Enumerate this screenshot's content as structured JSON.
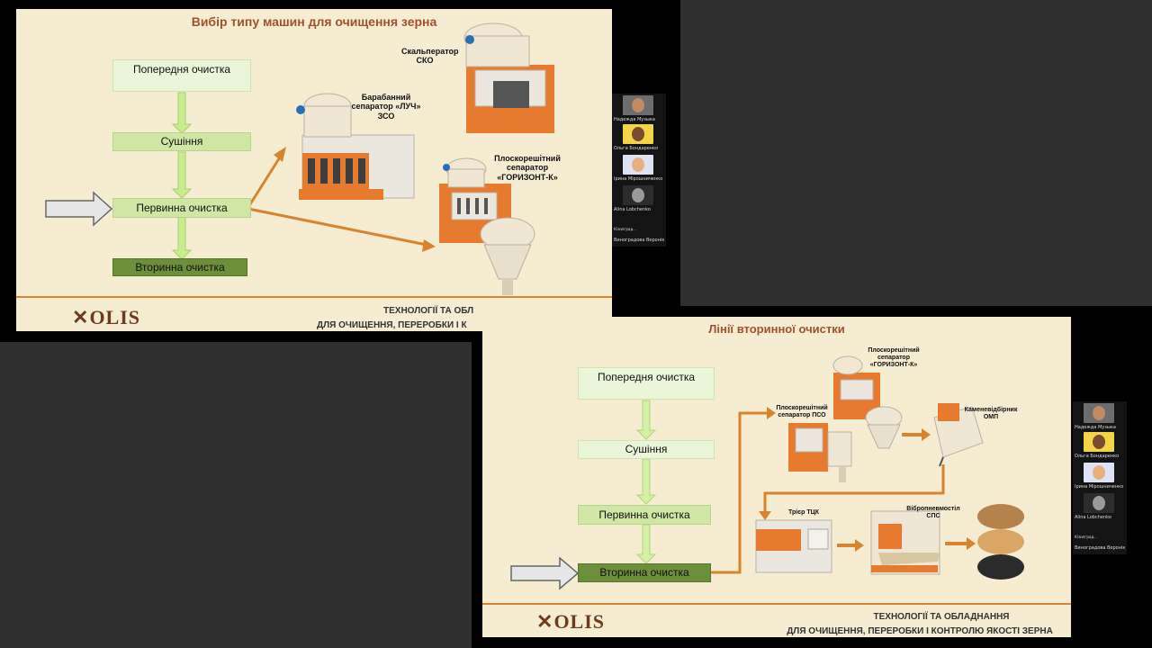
{
  "slide1": {
    "title": "Вибір типу машин для очищення зерна",
    "flow": [
      "Попередня очистка",
      "Сушіння",
      "Первинна очистка",
      "Вторинна очистка"
    ],
    "machines": {
      "drum": "Барабанний сепаратор «ЛУЧ» ЗСО",
      "scalper": "Скальператор СКО",
      "flat": "Плоскорешітний сепаратор «ГОРИЗОНТ-К»"
    },
    "footer_line1": "ТЕХНОЛОГІЇ ТА ОБЛ",
    "footer_line2": "ДЛЯ ОЧИЩЕННЯ, ПЕРЕРОБКИ І К",
    "logo": "OLIS"
  },
  "slide2": {
    "title": "Лінії вторинної очистки",
    "flow": [
      "Попередня очистка",
      "Сушіння",
      "Первинна очистка",
      "Вторинна очистка"
    ],
    "machines": {
      "horizon": "Плоскорешітний сепаратор «ГОРИЗОНТ-К»",
      "pso": "Плоскорешітний сепаратор ПСО",
      "omp": "Каменевідбірник ОМП",
      "tck": "Трієр ТЦК",
      "sps": "Вібропневмостіл СПС"
    },
    "footer_line1": "ТЕХНОЛОГІЇ ТА ОБЛАДНАННЯ",
    "footer_line2": "ДЛЯ ОЧИЩЕННЯ, ПЕРЕРОБКИ І КОНТРОЛЮ ЯКОСТІ ЗЕРНА",
    "logo": "OLIS"
  },
  "gallery1": {
    "participants": [
      "Надежда Музыка",
      "Ольга Бондаренко",
      "Ірина Мірошниченко",
      "Alina Lobchenko"
    ],
    "extra": [
      "Кізилград...",
      "Виноградова Вероніка"
    ]
  },
  "gallery2": {
    "participants": [
      "Надежда Музыка",
      "Ольга Бондаренко",
      "Ірина Мірошниченко",
      "Alina Lobchenko"
    ],
    "extra": [
      "Кізилград...",
      "Виноградова Вероніка"
    ]
  },
  "colors": {
    "accent_orange": "#d7832f",
    "title_brown": "#a0522d",
    "slide_bg": "#f6ecd2"
  }
}
